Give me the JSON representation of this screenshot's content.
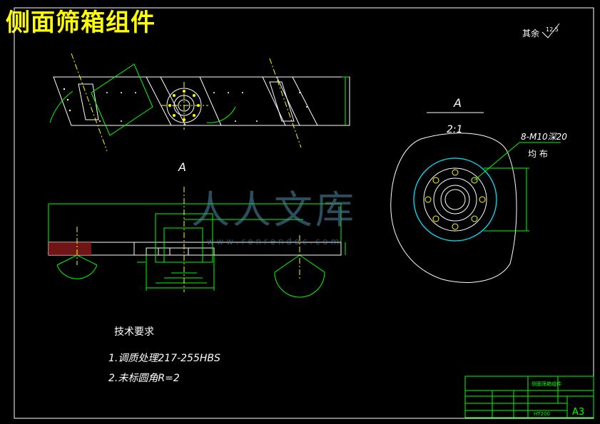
{
  "title": "侧面筛箱组件",
  "roughness": {
    "label": "其余",
    "value": "12.5"
  },
  "section": {
    "label": "A",
    "scale": "2:1"
  },
  "front_view": {
    "label": "A"
  },
  "holes": {
    "spec": "8-M10深20",
    "dist": "均  布"
  },
  "requirements": {
    "heading": "技术要求",
    "items": [
      "1.调质处理217-255HBS",
      "2.未标圆角R=2"
    ]
  },
  "title_block": {
    "part_name": "侧面筛箱组件",
    "material": "HT200",
    "sheet": "A3"
  },
  "watermark": {
    "brand": "人人文库",
    "url": "w w w . r e n r e n d o c . c o m"
  },
  "colors": {
    "background": "#000000",
    "lines": "#ffffff",
    "dims": "#00ff00",
    "centerlines": "#ffff00",
    "title": "#ffff00",
    "circle_accent": "#00e5ff",
    "hatch": "#cc2222"
  }
}
